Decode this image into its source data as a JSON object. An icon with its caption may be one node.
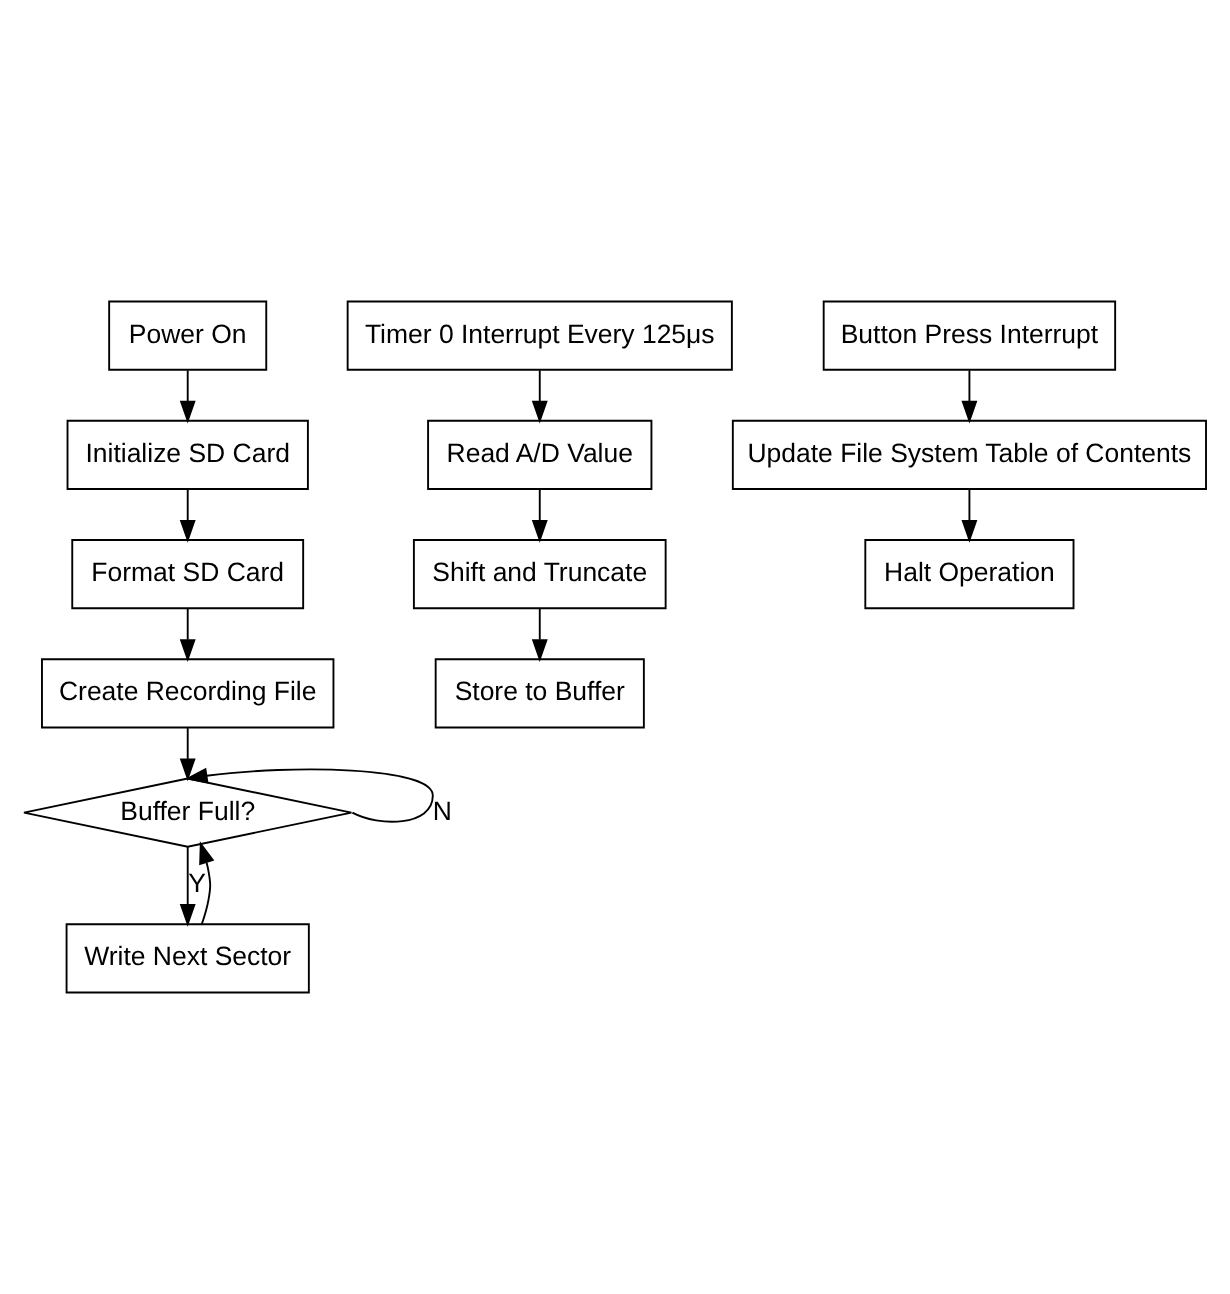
{
  "diagram": {
    "nodes": [
      {
        "text": [
          "Power On"
        ]
      },
      {
        "text": [
          "Initialize SD Card"
        ]
      },
      {
        "text": [
          "Format SD Card"
        ]
      },
      {
        "text": [
          "Create Recording File"
        ]
      },
      {
        "text": [
          "Buffer Full?"
        ]
      },
      {
        "text": [
          "Write Next Sector"
        ]
      },
      {
        "text": [
          "Timer 0 Interrupt Every 125μs"
        ]
      },
      {
        "text": [
          "Read A/D Value"
        ]
      },
      {
        "text": [
          "Shift and Truncate"
        ]
      },
      {
        "text": [
          "Store to Buffer"
        ]
      },
      {
        "text": [
          "Button Press Interrupt"
        ]
      },
      {
        "text": [
          "Update File System Table of Contents"
        ]
      },
      {
        "text": [
          "Halt Operation"
        ]
      }
    ],
    "edges": [
      {
        "from": 0,
        "to": 1,
        "arrow": "to"
      },
      {
        "from": 1,
        "to": 2,
        "arrow": "to"
      },
      {
        "from": 2,
        "to": 3,
        "arrow": "to"
      },
      {
        "from": 3,
        "to": 4,
        "arrow": "to"
      },
      {
        "from": 4,
        "to": 4,
        "arrow": "to",
        "label": "N"
      },
      {
        "from": 4,
        "to": 5,
        "arrow": "to",
        "label": "Y"
      },
      {
        "from": 5,
        "to": 4,
        "arrow": "to"
      },
      {
        "from": 6,
        "to": 7,
        "arrow": "to"
      },
      {
        "from": 7,
        "to": 8,
        "arrow": "to"
      },
      {
        "from": 8,
        "to": 9,
        "arrow": "to"
      },
      {
        "from": 10,
        "to": 11,
        "arrow": "to"
      },
      {
        "from": 11,
        "to": 12,
        "arrow": "to"
      }
    ]
  }
}
